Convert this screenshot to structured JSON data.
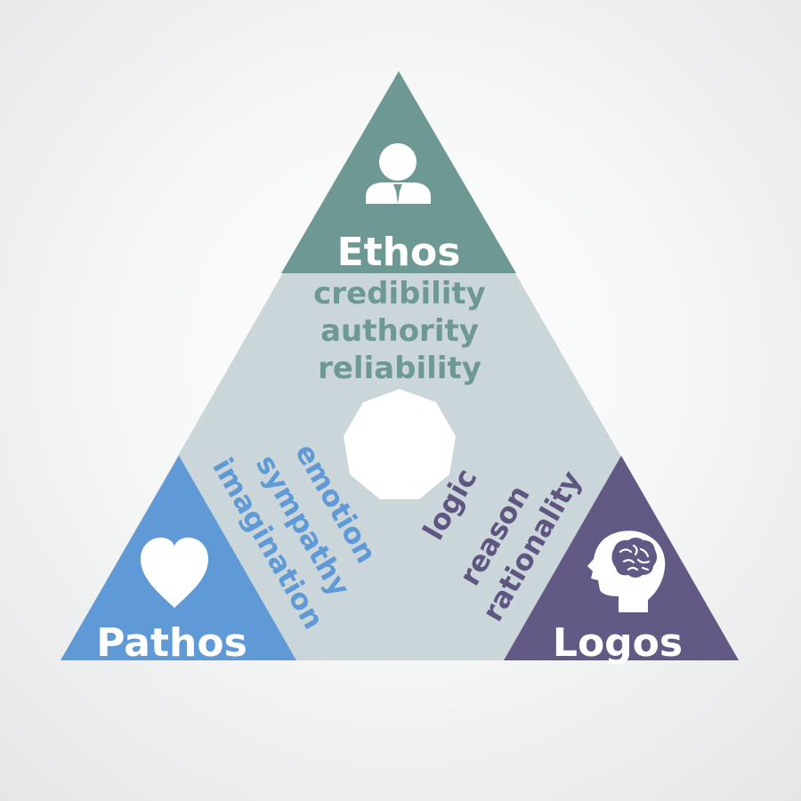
{
  "colors": {
    "ethos": "#6e9893",
    "pathos": "#5f99d6",
    "logos": "#635985",
    "center": "#cad6da",
    "ethos_text": "#6e9893",
    "pathos_text": "#5f99d6",
    "logos_text": "#5e5580",
    "background": "#f2f3f3"
  },
  "ethos": {
    "title": "Ethos",
    "icon": "person-icon",
    "words": [
      "credibility",
      "authority",
      "reliability"
    ]
  },
  "pathos": {
    "title": "Pathos",
    "icon": "heart-icon",
    "words": [
      "emotion",
      "sympathy",
      "imagination"
    ]
  },
  "logos": {
    "title": "Logos",
    "icon": "head-brain-icon",
    "words": [
      "logic",
      "reason",
      "rationality"
    ]
  }
}
